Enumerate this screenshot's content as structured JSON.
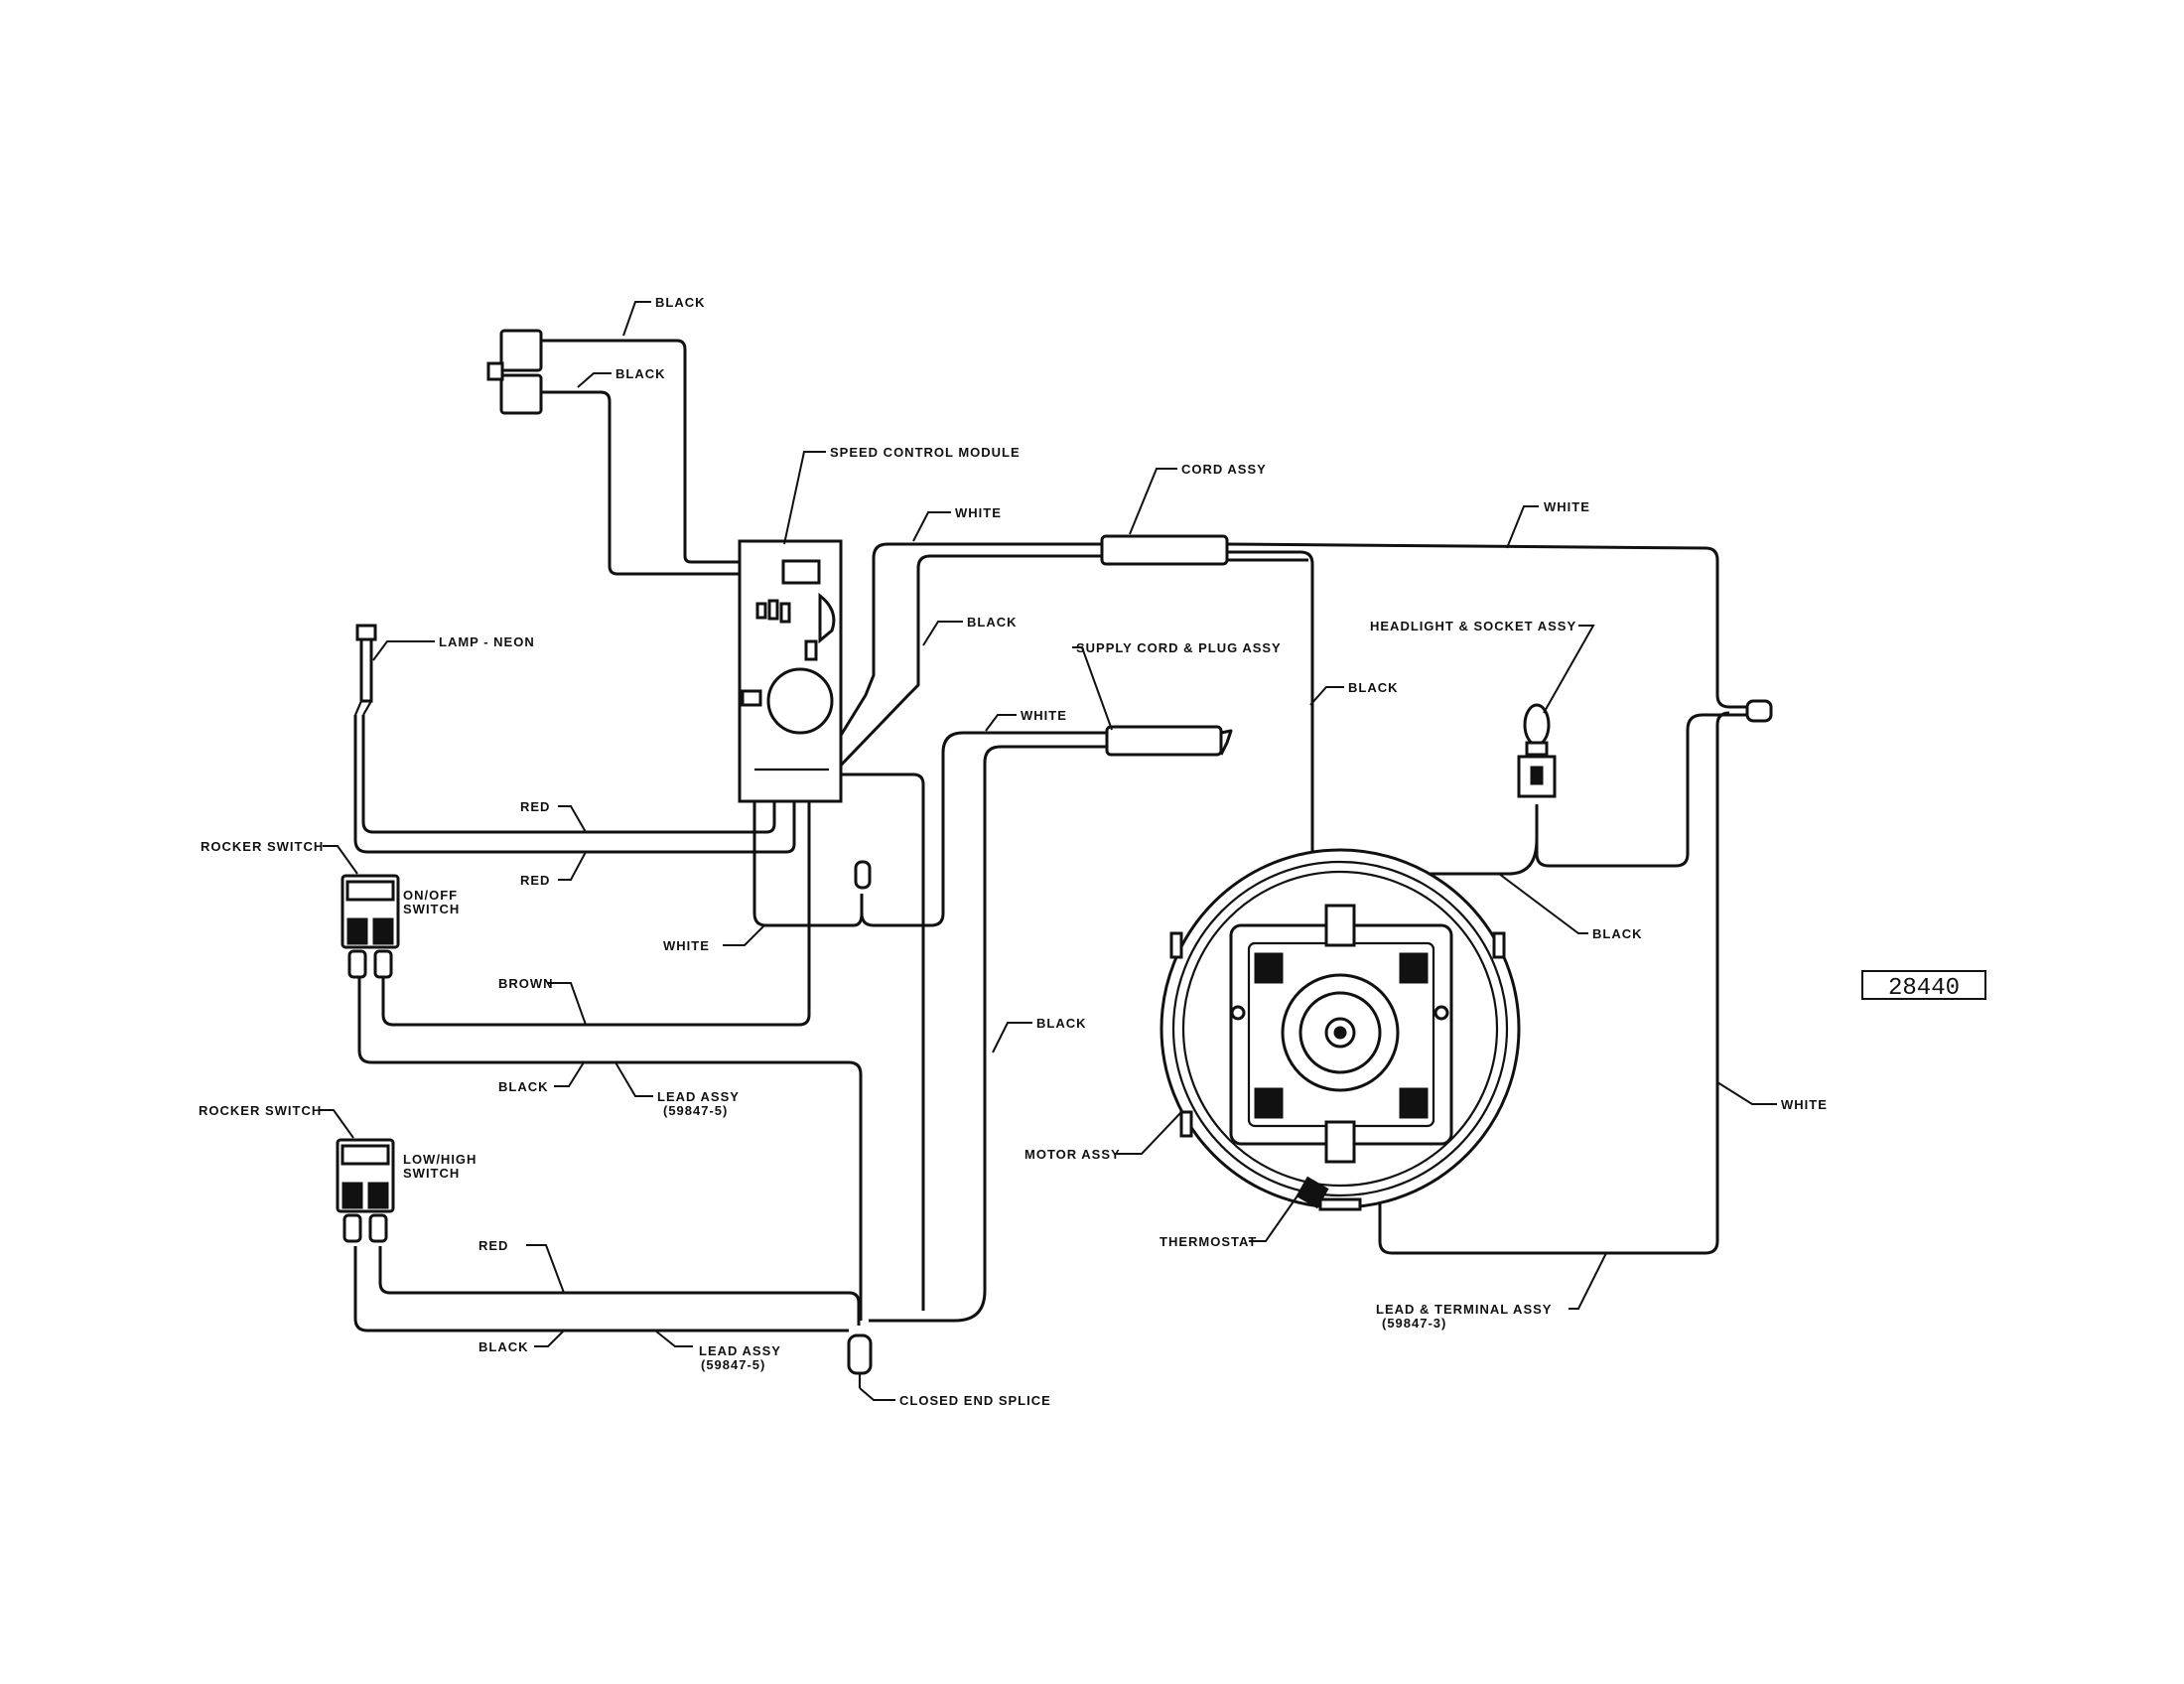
{
  "labels": {
    "black_top1": "BLACK",
    "black_top2": "BLACK",
    "speed_control_module": "SPEED CONTROL MODULE",
    "cord_assy": "CORD ASSY",
    "white_module": "WHITE",
    "white_top_right": "WHITE",
    "black_module": "BLACK",
    "lamp_neon": "LAMP - NEON",
    "supply_cord": "SUPPLY CORD & PLUG ASSY",
    "white_supply": "WHITE",
    "black_motor_lead": "BLACK",
    "headlight_socket": "HEADLIGHT & SOCKET ASSY",
    "red_1": "RED",
    "red_2": "RED",
    "rocker_switch_1": "ROCKER SWITCH",
    "onoff_line1": "ON/OFF",
    "onoff_line2": "SWITCH",
    "white_splice": "WHITE",
    "black_headlight": "BLACK",
    "brown": "BROWN",
    "black_center": "BLACK",
    "black_lead1": "BLACK",
    "lead_assy_1_line1": "LEAD ASSY",
    "lead_assy_1_line2": "(59847-5)",
    "white_right": "WHITE",
    "rocker_switch_2": "ROCKER SWITCH",
    "lowhigh_line1": "LOW/HIGH",
    "lowhigh_line2": "SWITCH",
    "motor_assy": "MOTOR ASSY",
    "red_3": "RED",
    "thermostat": "THERMOSTAT",
    "lead_terminal_line1": "LEAD & TERMINAL ASSY",
    "lead_terminal_line2": "(59847-3)",
    "black_lead2": "BLACK",
    "lead_assy_2_line1": "LEAD ASSY",
    "lead_assy_2_line2": "(59847-5)",
    "closed_end_splice": "CLOSED END SPLICE"
  },
  "document_number": "28440"
}
